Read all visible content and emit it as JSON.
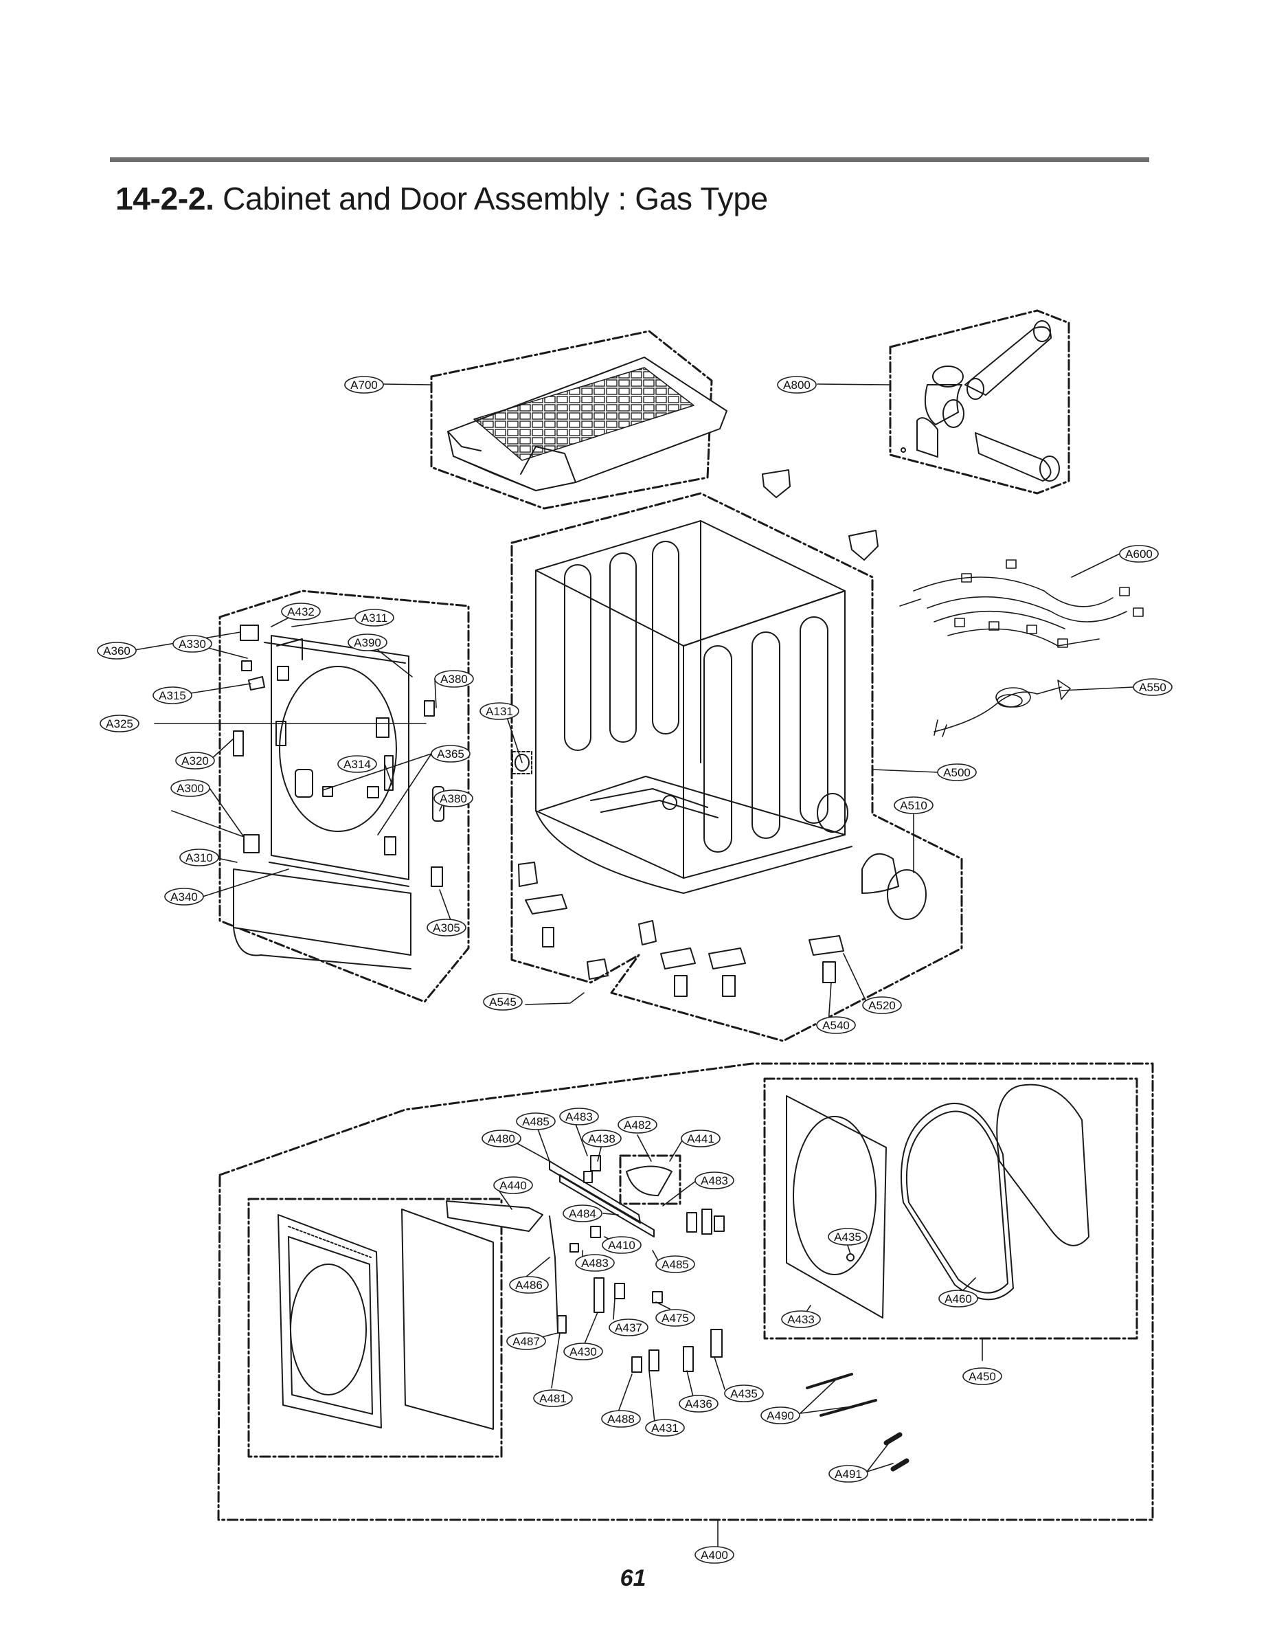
{
  "section": {
    "number": "14-2-2.",
    "title": "Cabinet and Door Assembly : Gas Type"
  },
  "page_number": "61",
  "callouts": [
    {
      "id": "a700",
      "text": "A700"
    },
    {
      "id": "a800",
      "text": "A800"
    },
    {
      "id": "a600",
      "text": "A600"
    },
    {
      "id": "a550",
      "text": "A550"
    },
    {
      "id": "a500",
      "text": "A500"
    },
    {
      "id": "a510",
      "text": "A510"
    },
    {
      "id": "a520",
      "text": "A520"
    },
    {
      "id": "a540",
      "text": "A540"
    },
    {
      "id": "a545",
      "text": "A545"
    },
    {
      "id": "a131",
      "text": "A131"
    },
    {
      "id": "a432",
      "text": "A432"
    },
    {
      "id": "a311",
      "text": "A311"
    },
    {
      "id": "a390",
      "text": "A390"
    },
    {
      "id": "a380-top",
      "text": "A380"
    },
    {
      "id": "a360",
      "text": "A360"
    },
    {
      "id": "a330",
      "text": "A330"
    },
    {
      "id": "a315",
      "text": "A315"
    },
    {
      "id": "a325",
      "text": "A325"
    },
    {
      "id": "a320",
      "text": "A320"
    },
    {
      "id": "a314",
      "text": "A314"
    },
    {
      "id": "a365",
      "text": "A365"
    },
    {
      "id": "a300",
      "text": "A300"
    },
    {
      "id": "a380-bottom",
      "text": "A380"
    },
    {
      "id": "a310",
      "text": "A310"
    },
    {
      "id": "a340",
      "text": "A340"
    },
    {
      "id": "a305",
      "text": "A305"
    },
    {
      "id": "a485-top",
      "text": "A485"
    },
    {
      "id": "a483-top",
      "text": "A483"
    },
    {
      "id": "a480",
      "text": "A480"
    },
    {
      "id": "a438",
      "text": "A438"
    },
    {
      "id": "a482",
      "text": "A482"
    },
    {
      "id": "a441",
      "text": "A441"
    },
    {
      "id": "a483-right",
      "text": "A483"
    },
    {
      "id": "a440",
      "text": "A440"
    },
    {
      "id": "a484",
      "text": "A484"
    },
    {
      "id": "a410",
      "text": "A410"
    },
    {
      "id": "a483-mid",
      "text": "A483"
    },
    {
      "id": "a485-bottom",
      "text": "A485"
    },
    {
      "id": "a486",
      "text": "A486"
    },
    {
      "id": "a437",
      "text": "A437"
    },
    {
      "id": "a475",
      "text": "A475"
    },
    {
      "id": "a487",
      "text": "A487"
    },
    {
      "id": "a430",
      "text": "A430"
    },
    {
      "id": "a481",
      "text": "A481"
    },
    {
      "id": "a488",
      "text": "A488"
    },
    {
      "id": "a431",
      "text": "A431"
    },
    {
      "id": "a436",
      "text": "A436"
    },
    {
      "id": "a435-bottom",
      "text": "A435"
    },
    {
      "id": "a435-ring",
      "text": "A435"
    },
    {
      "id": "a433",
      "text": "A433"
    },
    {
      "id": "a460",
      "text": "A460"
    },
    {
      "id": "a450",
      "text": "A450"
    },
    {
      "id": "a490",
      "text": "A490"
    },
    {
      "id": "a491",
      "text": "A491"
    },
    {
      "id": "a400",
      "text": "A400"
    }
  ]
}
